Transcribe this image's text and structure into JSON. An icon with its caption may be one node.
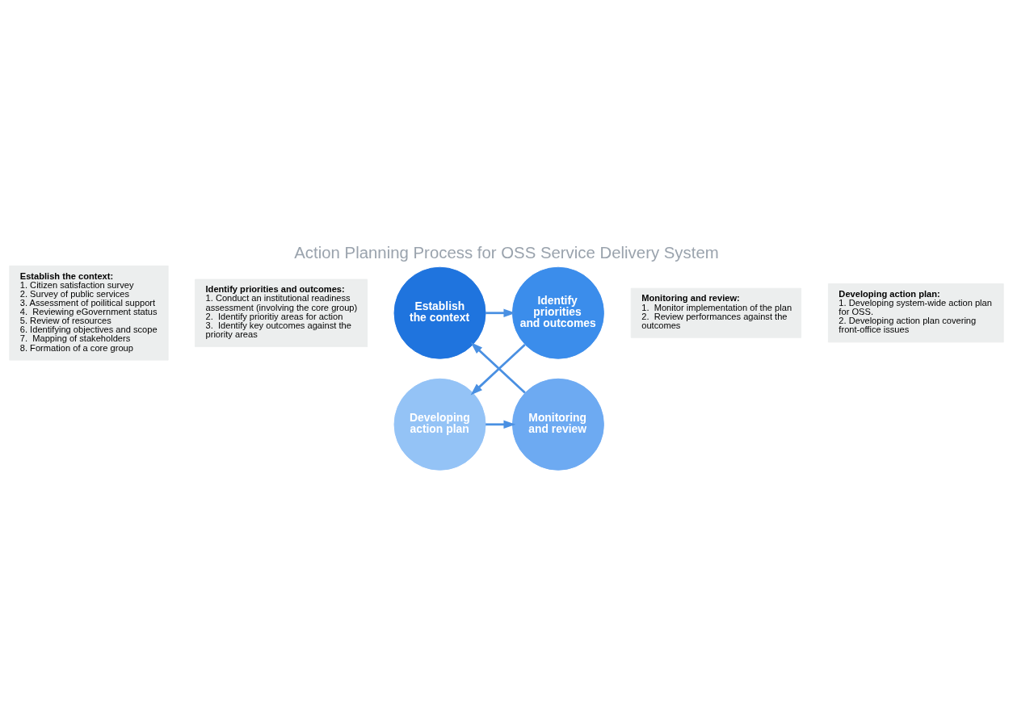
{
  "diagram": {
    "title": "Action Planning Process for OSS Service Delivery System",
    "nodes": [
      {
        "text": [
          "Establish the context:",
          "1. Citizen satisfaction survey",
          "2. Survey of public services",
          "3. Assessment of poilitical support",
          "4.  Reviewing eGovernment status",
          "5. Review of resources",
          "6. Identifying objectives and scope",
          "7.  Mapping of stakeholders",
          "8. Formation of a core group"
        ]
      },
      {
        "text": [
          "Identify priorities and outcomes:",
          "1. Conduct an institutional readiness assessment (involving the core group)",
          "2.  Identify prioritiy areas for action",
          "3.  Identify key outcomes against the priority areas"
        ]
      },
      {
        "text": [
          "Establish the context"
        ]
      },
      {
        "text": [
          "Identify priorities and outcomes"
        ]
      },
      {
        "text": [
          "Monitoring and review"
        ]
      },
      {
        "text": [
          "Developing action plan"
        ]
      },
      {
        "text": [
          "Monitoring and review:",
          "1.  Monitor implementation of the plan",
          "2.  Review performances against the outcomes"
        ]
      },
      {
        "text": [
          "Developing action plan:",
          "1. Developing system-wide action plan for OSS.",
          "2. Developing action plan covering front-office issues"
        ]
      }
    ],
    "edges": [
      {
        "from": 2,
        "to": 3,
        "arrow": "to"
      },
      {
        "from": 3,
        "to": 5,
        "arrow": "to"
      },
      {
        "from": 5,
        "to": 4,
        "arrow": "to"
      },
      {
        "from": 4,
        "to": 2,
        "arrow": "to"
      }
    ]
  }
}
